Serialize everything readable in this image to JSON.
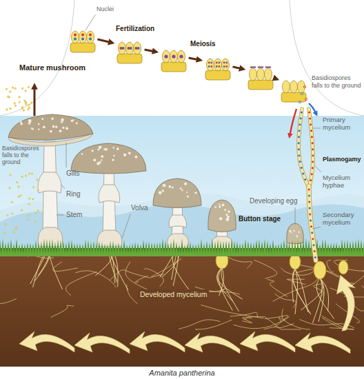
{
  "diagram": {
    "caption": "Amanita pantherina",
    "labels": [
      "Nuclei",
      "Fertilization",
      "Meiosis",
      "Mature mushroom",
      "Basidiospores falls to the ground",
      "Primary mycelium",
      "Basidiospores falls to the ground",
      "Gills",
      "Plasmogamy",
      "Ring",
      "Developing egg",
      "Mycelium hyphae",
      "Button stage",
      "Stem",
      "Volva",
      "Secondary mycelium",
      "Developed mycelium"
    ]
  }
}
